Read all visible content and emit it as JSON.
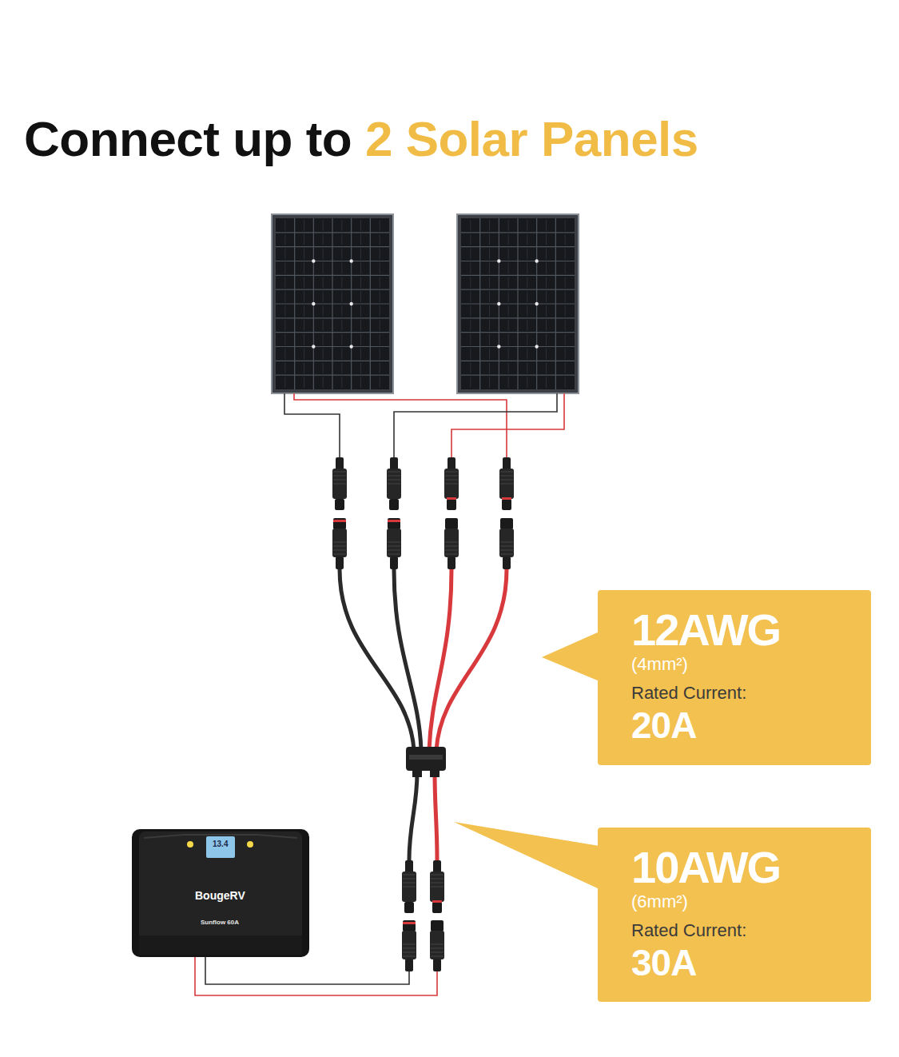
{
  "diagram": {
    "title": "Connect up to 2 Solar Panels",
    "nodes": [
      {
        "text": [
          "12AWG",
          "(4mm²)",
          "Rated Current:",
          "20A"
        ]
      },
      {
        "text": [
          "10AWG",
          "(6mm²)",
          "Rated Current:",
          "30A"
        ]
      }
    ],
    "labels": [
      "13.4",
      "BougeRV",
      "Sunflow 60A"
    ]
  }
}
